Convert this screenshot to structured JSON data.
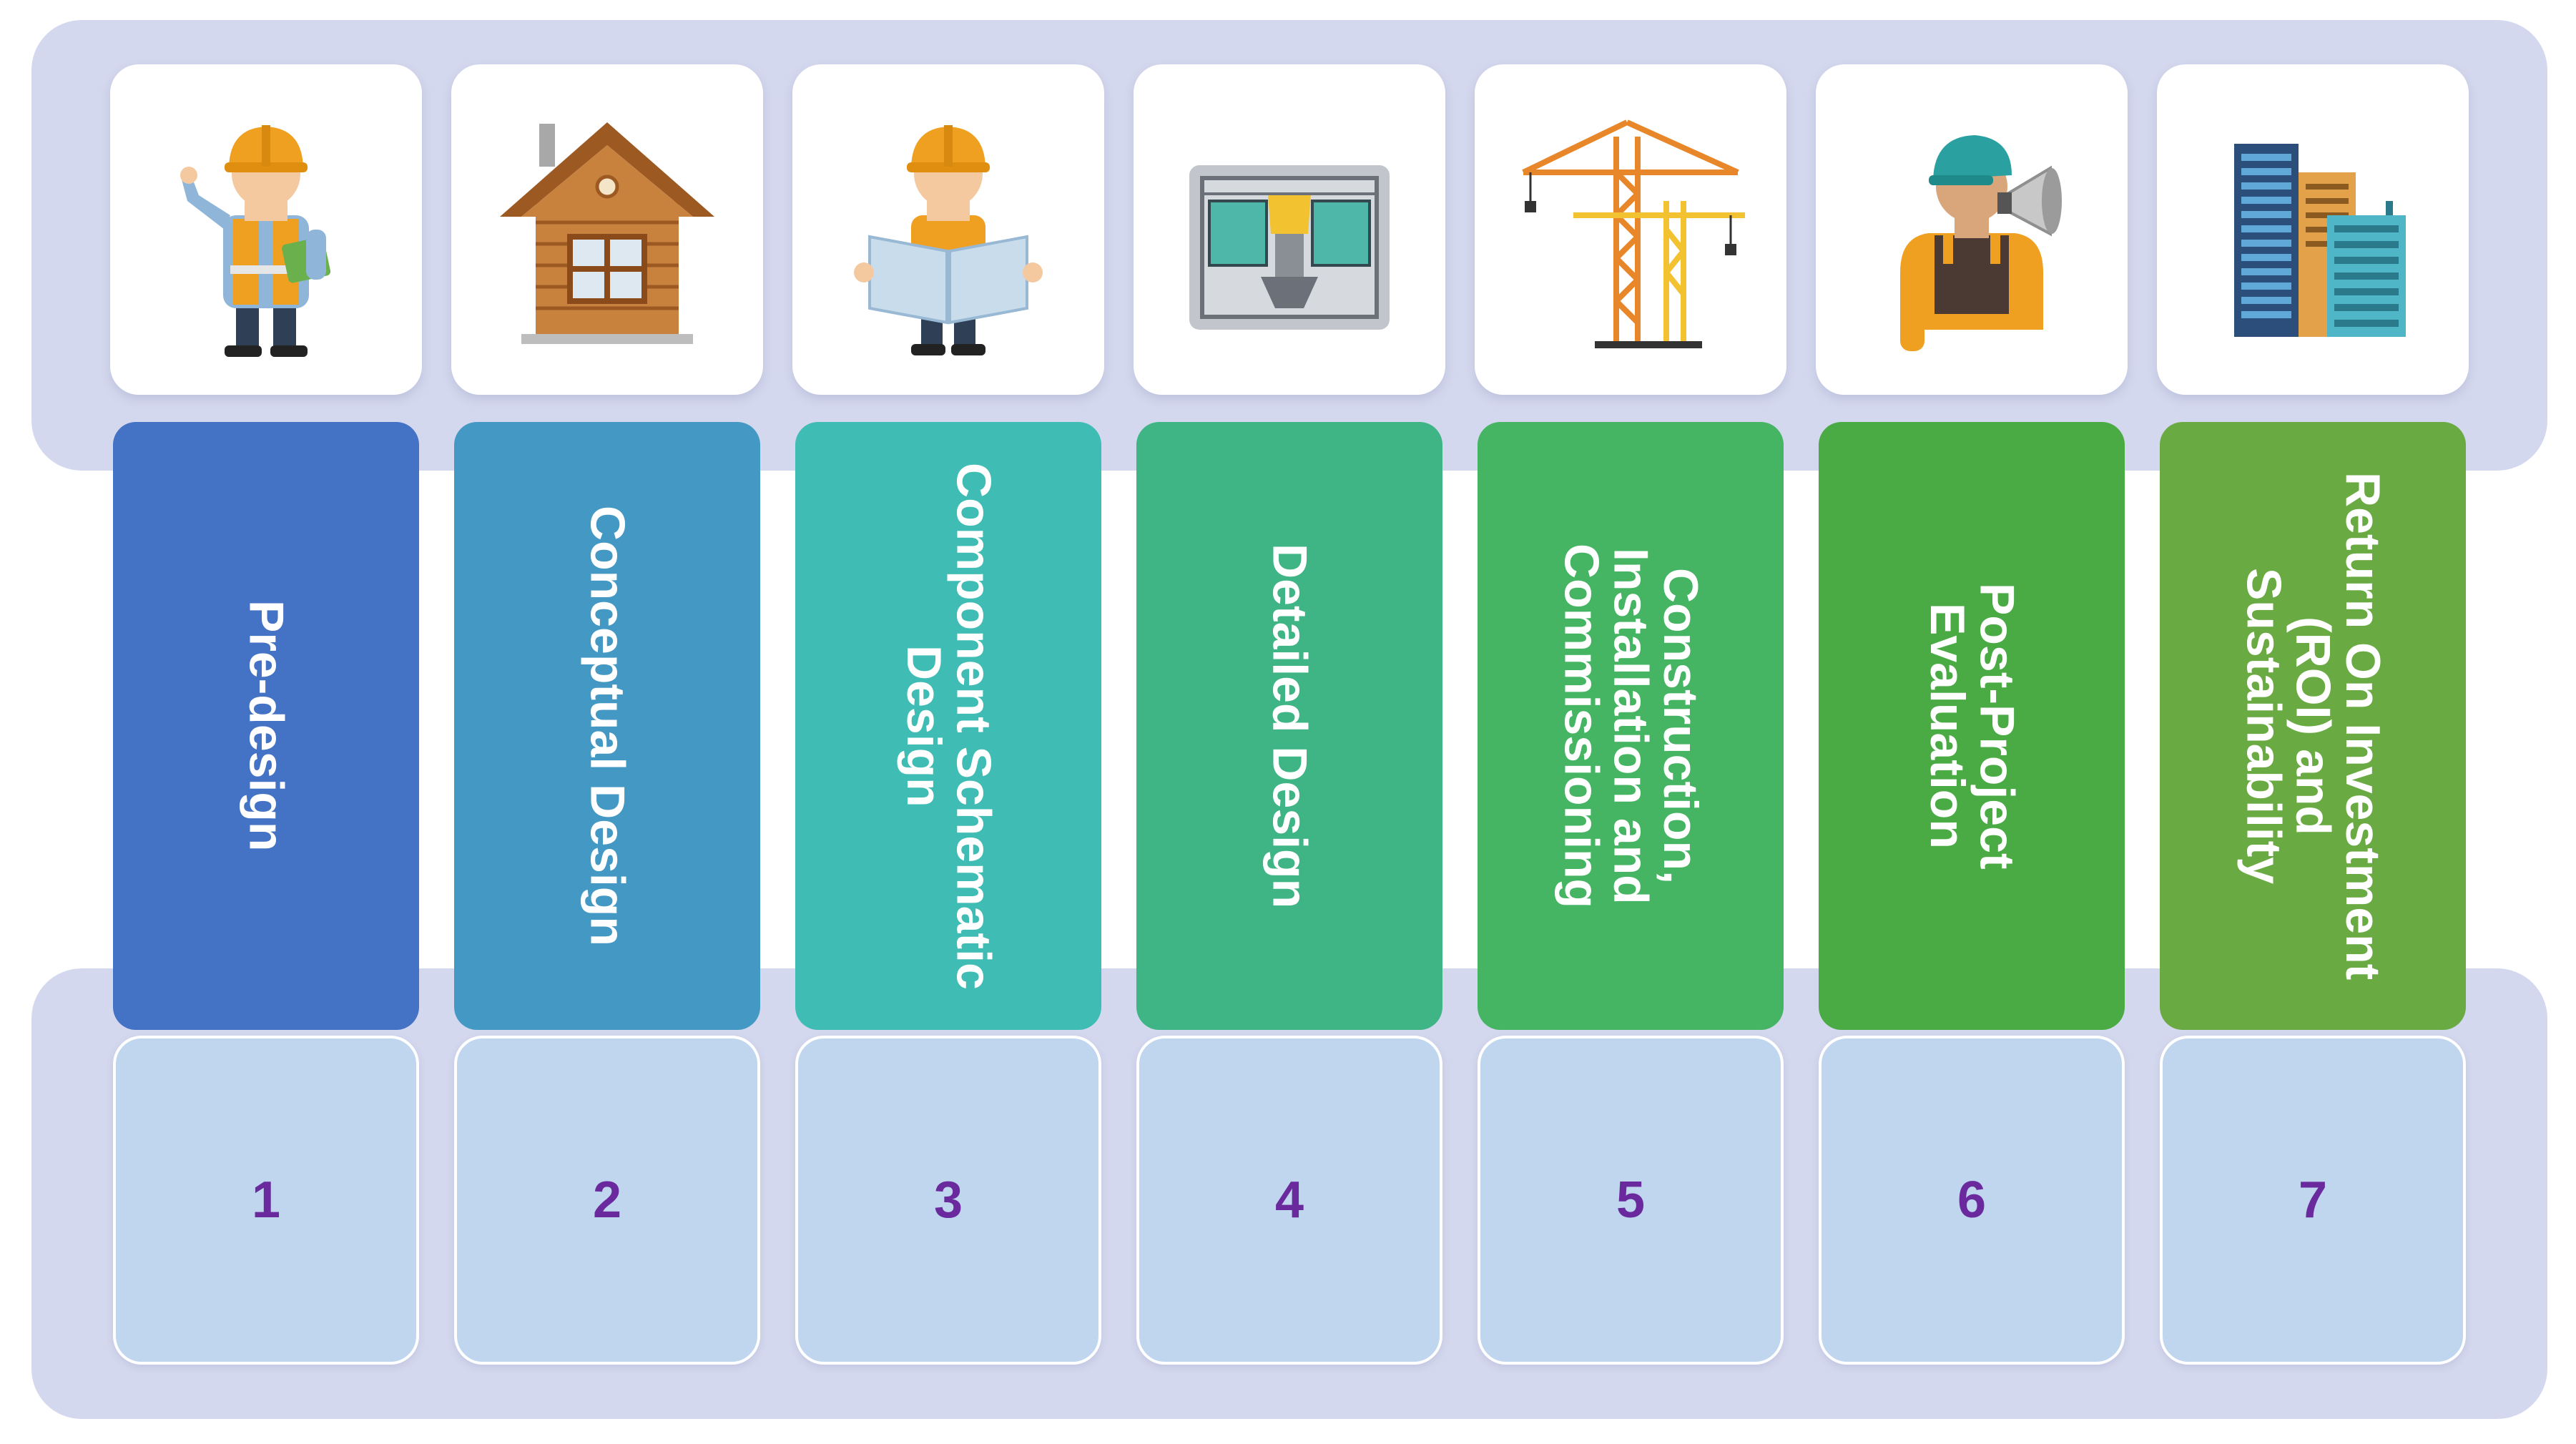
{
  "stages": [
    {
      "label": "Pre-design",
      "number": "1",
      "color": "#4472c4",
      "icon": "worker-icon"
    },
    {
      "label": "Conceptual Design",
      "number": "2",
      "color": "#4499c4",
      "icon": "house-icon"
    },
    {
      "label": "Component Schematic\nDesign",
      "number": "3",
      "color": "#3fbcb4",
      "icon": "engineer-blueprint-icon"
    },
    {
      "label": "Detailed Design",
      "number": "4",
      "color": "#3fb585",
      "icon": "floor-plan-icon"
    },
    {
      "label": "Construction,\nInstallation and\nCommissioning",
      "number": "5",
      "color": "#45b563",
      "icon": "crane-icon"
    },
    {
      "label": "Post-Project\nEvaluation",
      "number": "6",
      "color": "#4aab45",
      "icon": "megaphone-worker-icon"
    },
    {
      "label": "Return On Investment\n(ROI) and\nSustainability",
      "number": "7",
      "color": "#6aaa42",
      "icon": "buildings-icon"
    }
  ]
}
